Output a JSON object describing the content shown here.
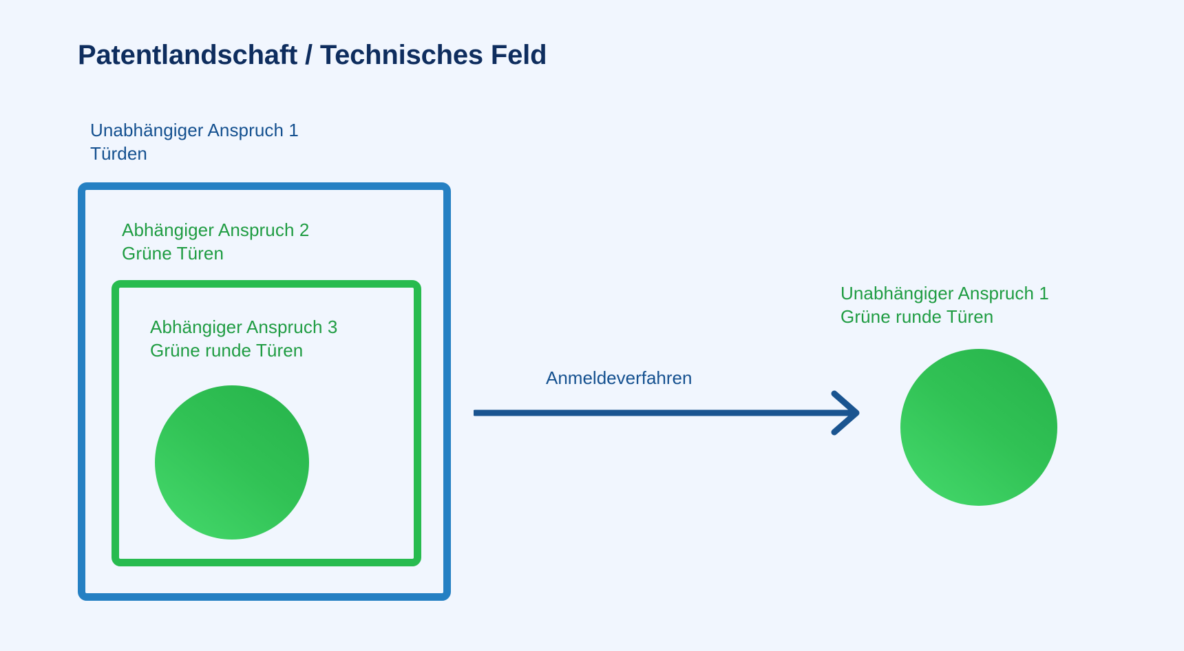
{
  "page": {
    "title": "Patentlandschaft / Technisches Feld",
    "background_color": "#f1f6fe"
  },
  "colors": {
    "title": "#0e2d5e",
    "claim_blue_label": "#14508f",
    "claim_green_label": "#1f9c42",
    "box_blue_border": "#2580c3",
    "box_green_border": "#28bb4f",
    "circle_green_dark": "#26b24a",
    "circle_green_light": "#46da6d",
    "arrow": "#1a5490"
  },
  "diagram": {
    "claim1": {
      "label": "Unabhängiger Anspruch 1\nTürden",
      "shape": "rectangle-outline-blue"
    },
    "claim2": {
      "label": "Abhängiger Anspruch 2\nGrüne Türen",
      "shape": "rectangle-outline-green"
    },
    "claim3": {
      "label": "Abhängiger Anspruch 3\nGrüne runde Türen",
      "shape": "circle-green"
    },
    "arrow": {
      "label": "Anmeldeverfahren",
      "direction": "right"
    },
    "result": {
      "label": "Unabhängiger Anspruch 1\nGrüne runde Türen",
      "shape": "circle-green"
    }
  }
}
